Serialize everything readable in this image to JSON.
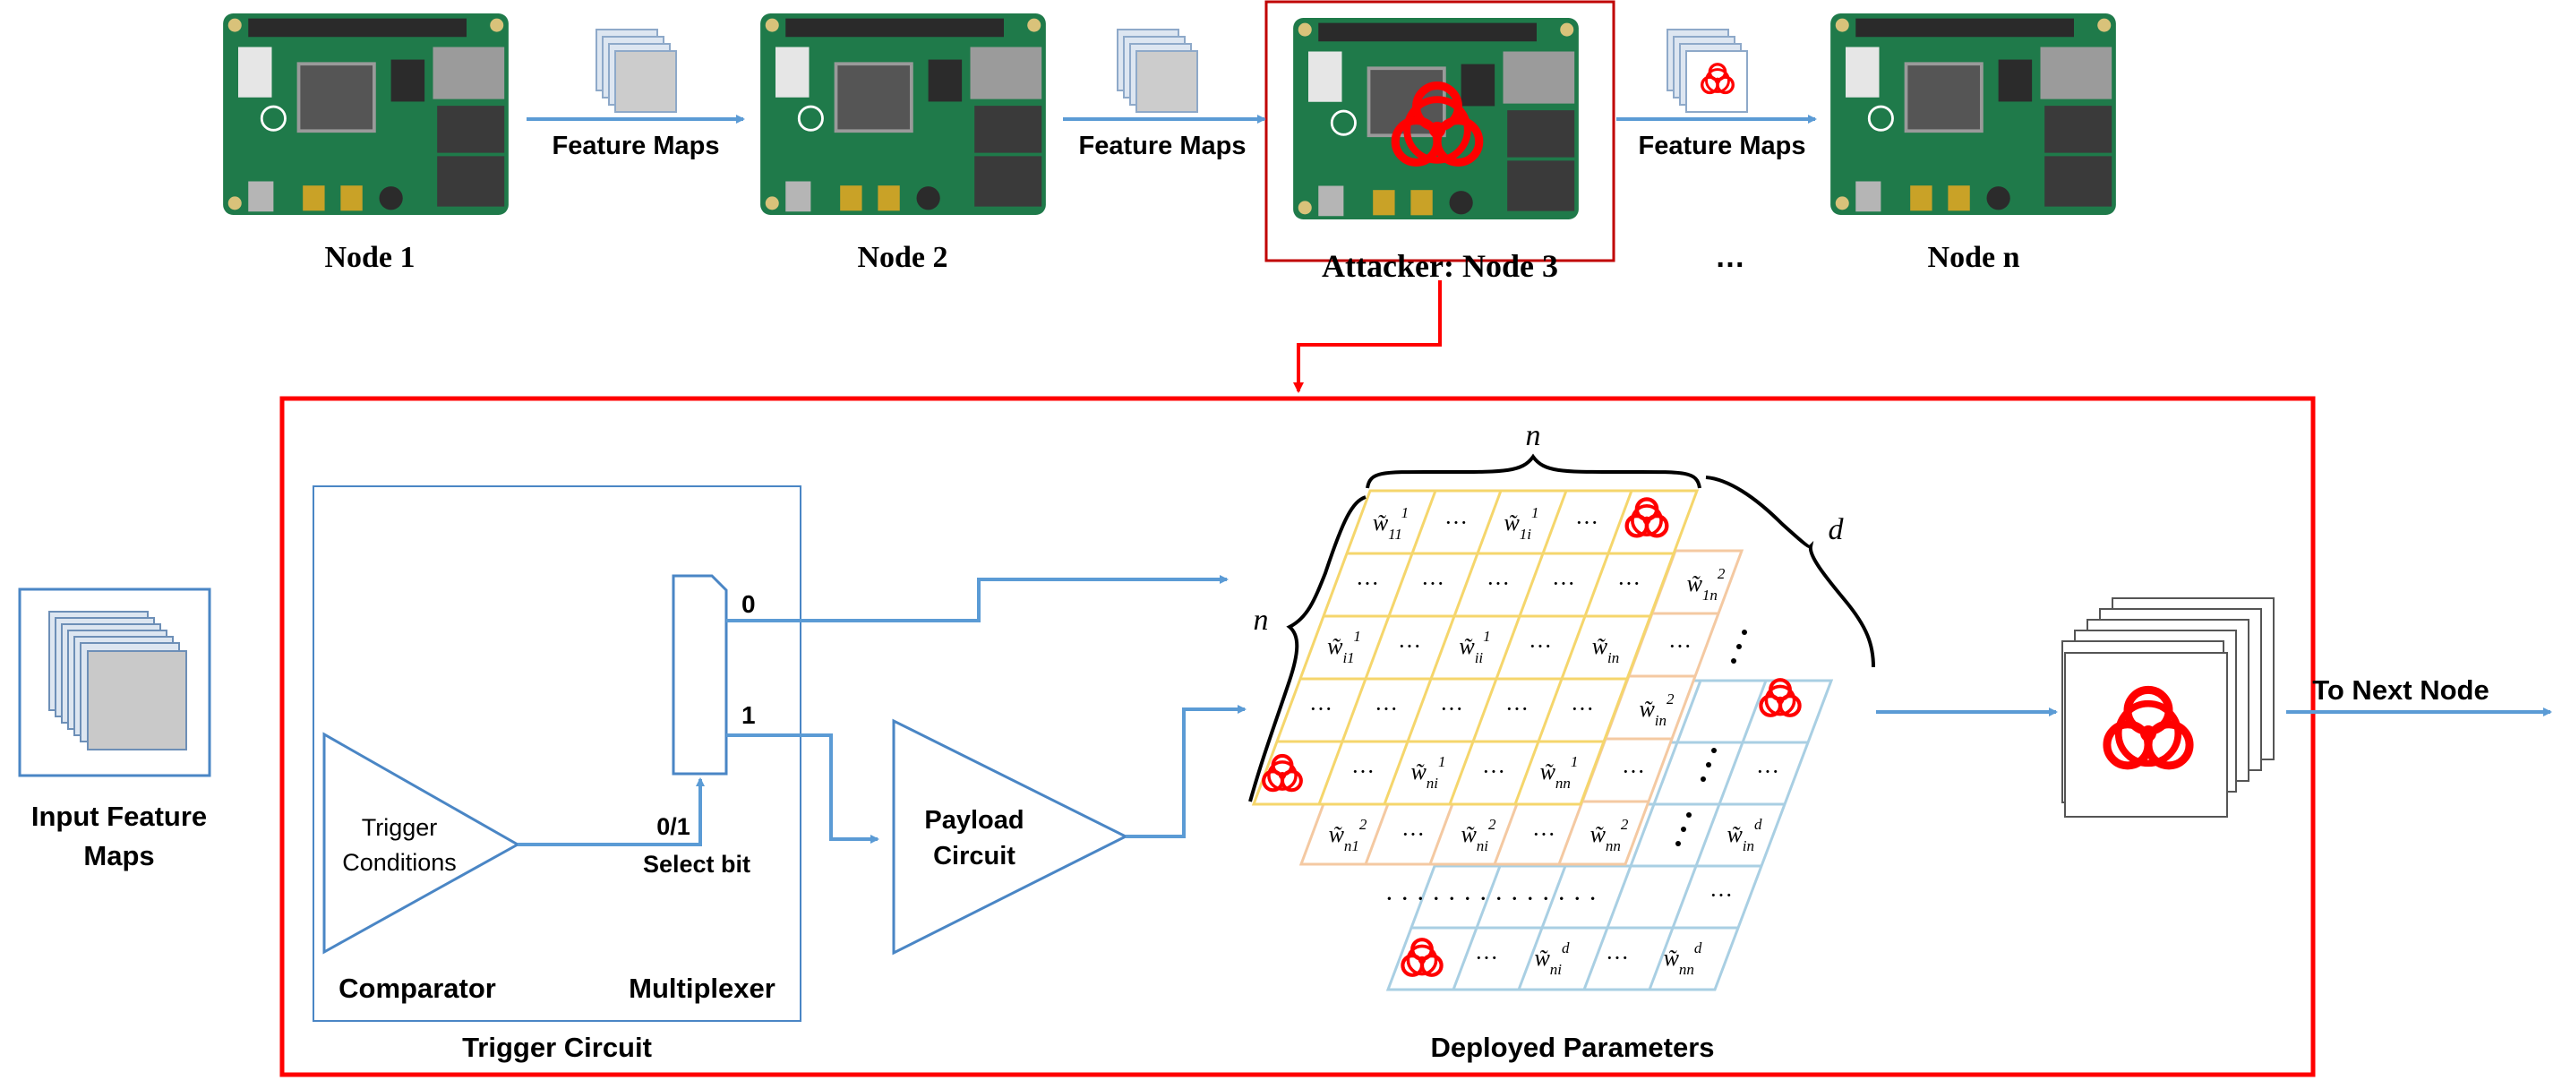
{
  "nodes": [
    {
      "label": "Node 1",
      "attacker": false
    },
    {
      "label": "Node 2",
      "attacker": false
    },
    {
      "label": "Attacker: Node 3",
      "attacker": true
    },
    {
      "label": "Node n",
      "attacker": false
    }
  ],
  "ellipsis": "…",
  "feature_maps_label": "Feature Maps",
  "input_label_line1": "Input Feature",
  "input_label_line2": "Maps",
  "trigger": {
    "conditions_line1": "Trigger",
    "conditions_line2": "Conditions",
    "comparator": "Comparator",
    "multiplexer": "Multiplexer",
    "mux_in_0": "0",
    "mux_in_1": "1",
    "select_value": "0/1",
    "select_bit": "Select bit",
    "circuit_label": "Trigger Circuit"
  },
  "payload_line1": "Payload",
  "payload_line2": "Circuit",
  "parameters": {
    "dim_n": "n",
    "dim_d": "d",
    "label": "Deployed Parameters",
    "cell_w": "w̃",
    "dots": "···",
    "row_dots": "· · ·   · · · ·   · · · ·   · · ·"
  },
  "output_label": "To Next Node",
  "colors": {
    "flow": "#5b9bd5",
    "attack": "#ff0000",
    "box": "#4a86c5",
    "layer1": "#f5d66c",
    "layer2": "#f4c9a2",
    "layer3": "#a9cfe3",
    "board": "#1f7a4a"
  }
}
